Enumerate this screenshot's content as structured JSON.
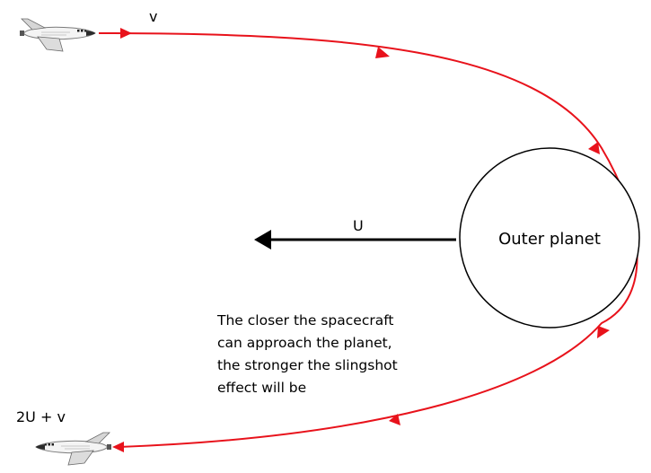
{
  "labels": {
    "initial_velocity": "v",
    "final_velocity": "2U + v",
    "planet_velocity": "U",
    "planet_name": "Outer planet"
  },
  "note": {
    "lines": [
      "The closer the spacecraft",
      "can approach the planet,",
      "the stronger the slingshot",
      "effect will be"
    ]
  },
  "colors": {
    "trajectory": "#e8121b",
    "planet_outline": "#000000",
    "velocity_arrow": "#000000"
  },
  "icons": {
    "spacecraft": "space-shuttle-icon"
  }
}
